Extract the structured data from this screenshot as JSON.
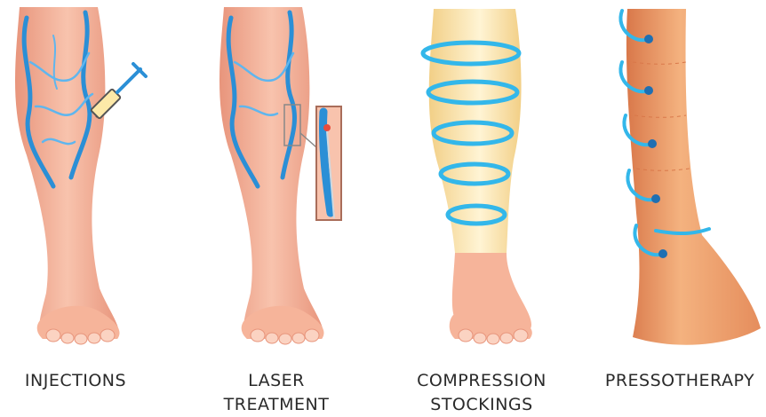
{
  "panels": [
    {
      "id": "injections",
      "label_lines": [
        "INJECTIONS"
      ]
    },
    {
      "id": "laser",
      "label_lines": [
        "LASER",
        "TREATMENT"
      ]
    },
    {
      "id": "compression",
      "label_lines": [
        "COMPRESSION",
        "STOCKINGS"
      ]
    },
    {
      "id": "pressotherapy",
      "label_lines": [
        "PRESSOTHERAPY"
      ]
    }
  ],
  "colors": {
    "skin": "#f6b49a",
    "skin_shade": "#e8957c",
    "skin_light": "#fbd3c2",
    "vein": "#2b8fd6",
    "vein_light": "#5fb6ee",
    "stocking": "#fde7b0",
    "stocking_shade": "#f2cf86",
    "ring": "#33b7ea",
    "presso_suit": "#f1a06a",
    "presso_dark": "#d9784a",
    "text": "#2a2a2a"
  }
}
